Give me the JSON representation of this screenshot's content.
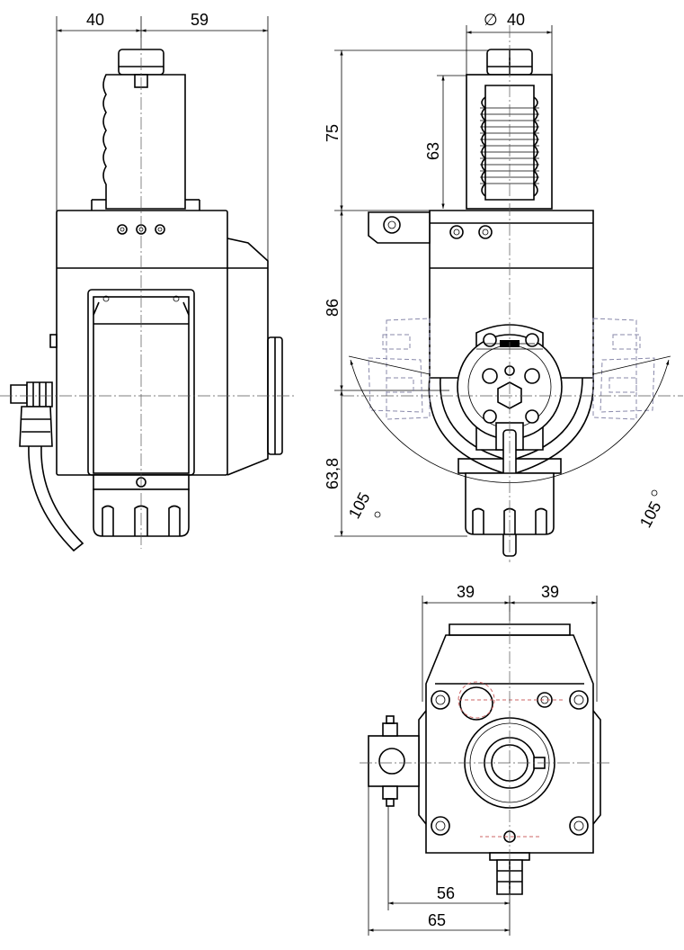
{
  "dimensions": {
    "side_width_left": "40",
    "side_width_right": "59",
    "shank_diameter_symbol": "∅",
    "shank_diameter": "40",
    "height_total_top": "75",
    "height_shank": "63",
    "height_middle": "86",
    "height_bottom": "63,8",
    "swivel_angle_left": "105",
    "swivel_angle_right": "105",
    "bottom_half_left": "39",
    "bottom_half_right": "39",
    "bottom_offset_inner": "56",
    "bottom_offset_outer": "65"
  },
  "colors": {
    "line": "#000000",
    "ghost": "#8888aa",
    "accent": "#cc6666"
  }
}
